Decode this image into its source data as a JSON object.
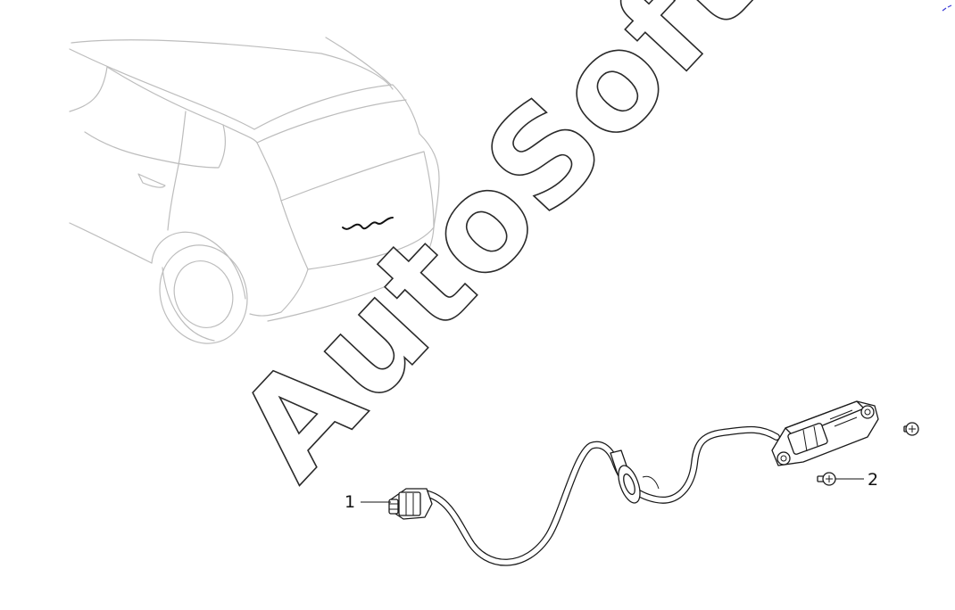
{
  "watermark": {
    "text": "AutoSoft"
  },
  "callouts": [
    {
      "label": "1"
    },
    {
      "label": "2"
    }
  ],
  "colors": {
    "ink": "#1a1a1a",
    "vehicle_outline": "#bdbdbd",
    "corner_mark": "#3a3ad6"
  },
  "icons": [
    "vehicle-rear-outline",
    "wiring-harness",
    "connector",
    "rubber-grommet",
    "switch-module",
    "screw"
  ]
}
